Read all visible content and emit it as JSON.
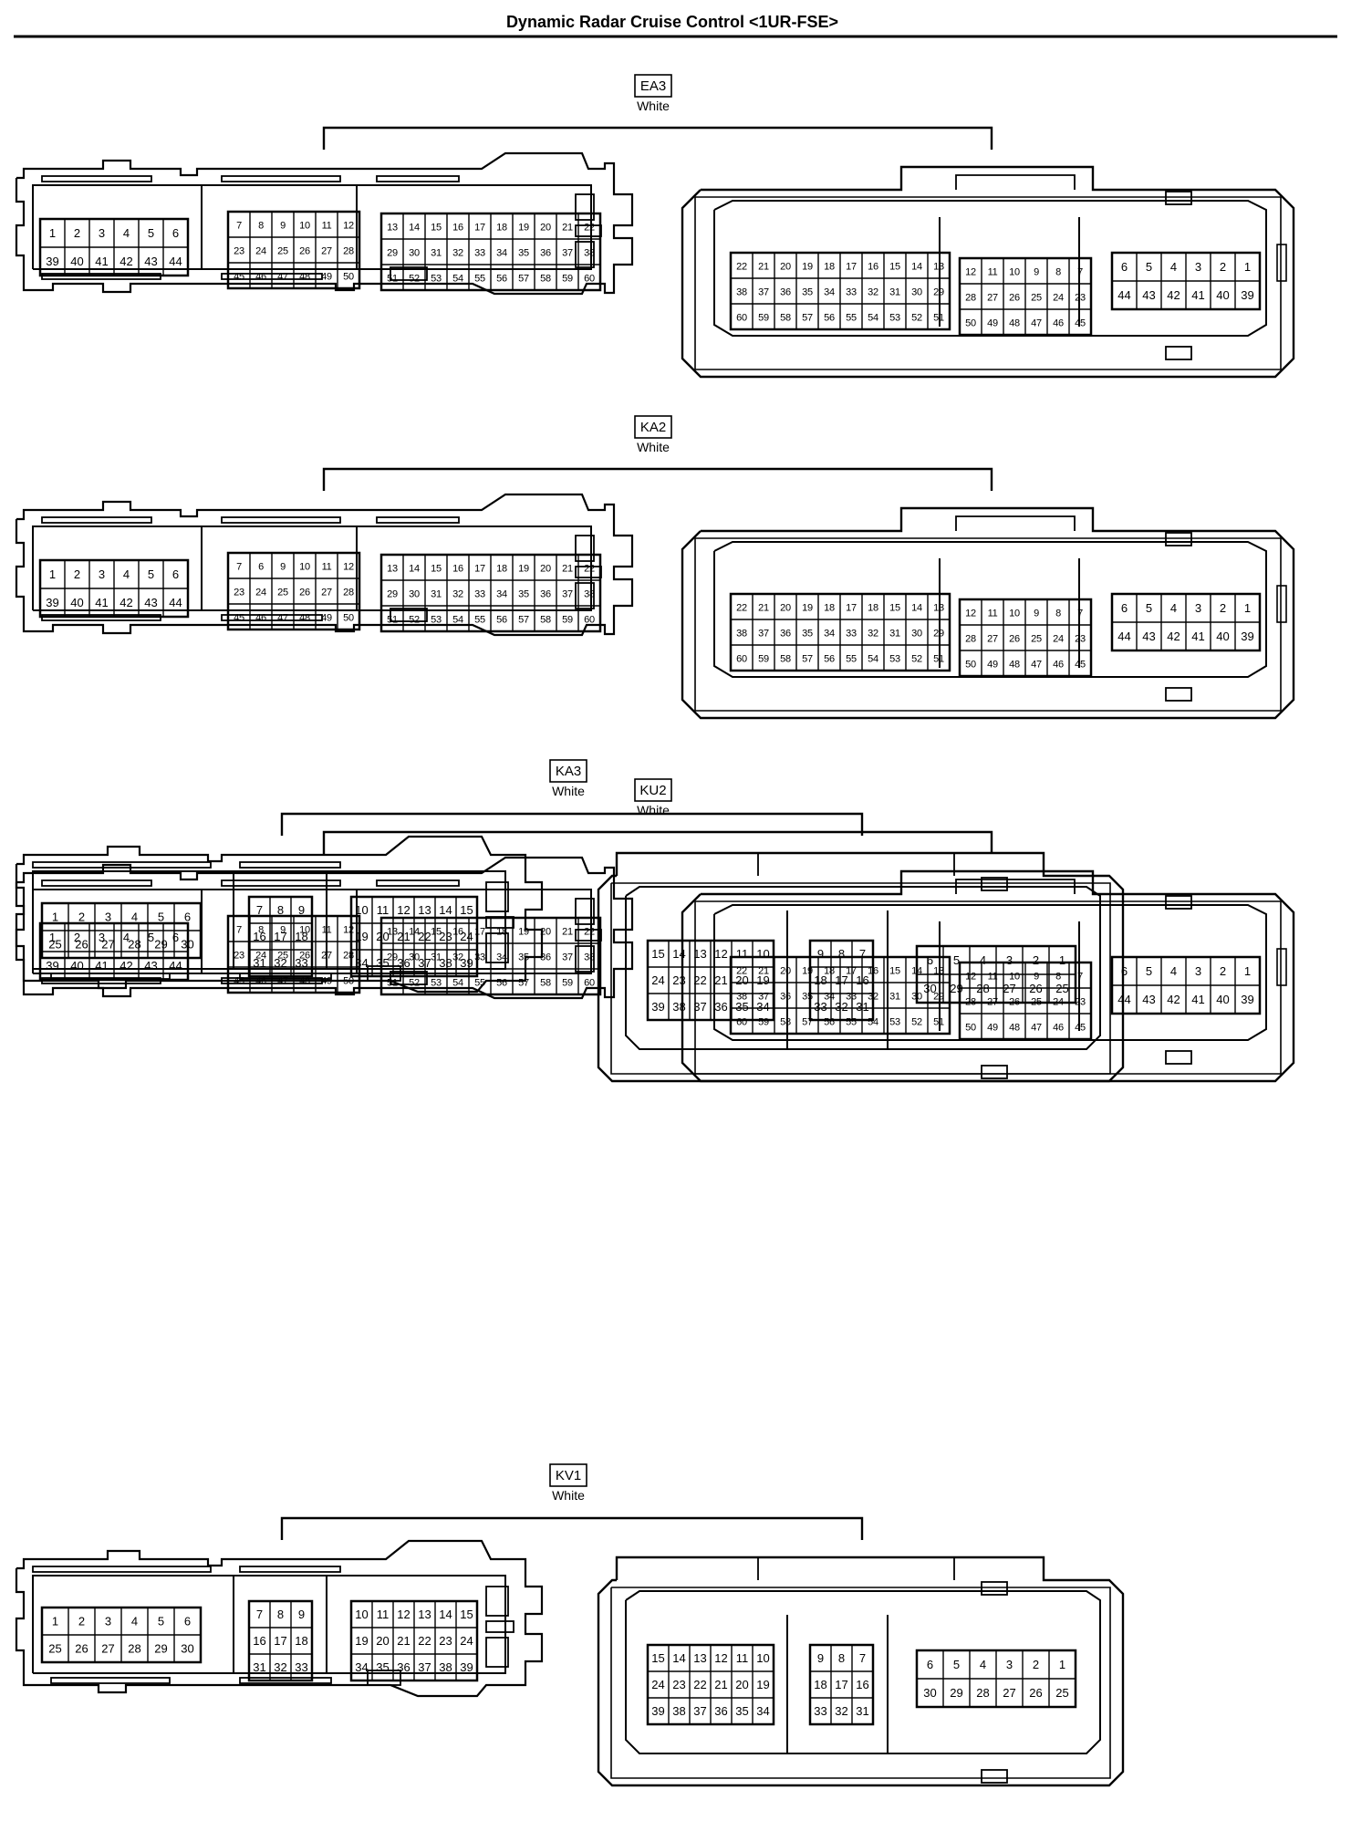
{
  "title": "Dynamic Radar Cruise Control <1UR-FSE>",
  "connectors": [
    {
      "code": "EA3",
      "color": "White",
      "kind": "large",
      "male": [
        [
          [
            "1",
            "2",
            "3",
            "4",
            "5",
            "6"
          ],
          [
            "39",
            "40",
            "41",
            "42",
            "43",
            "44"
          ]
        ],
        [
          [
            "7",
            "8",
            "9",
            "10",
            "11",
            "12"
          ],
          [
            "23",
            "24",
            "25",
            "26",
            "27",
            "28"
          ],
          [
            "45",
            "46",
            "47",
            "48",
            "49",
            "50"
          ]
        ],
        [
          [
            "13",
            "14",
            "15",
            "16",
            "17",
            "18",
            "19",
            "20",
            "21",
            "22"
          ],
          [
            "29",
            "30",
            "31",
            "32",
            "33",
            "34",
            "35",
            "36",
            "37",
            "38"
          ],
          [
            "51",
            "52",
            "53",
            "54",
            "55",
            "56",
            "57",
            "58",
            "59",
            "60"
          ]
        ]
      ],
      "female": [
        [
          [
            "22",
            "21",
            "20",
            "19",
            "18",
            "17",
            "16",
            "15",
            "14",
            "13"
          ],
          [
            "38",
            "37",
            "36",
            "35",
            "34",
            "33",
            "32",
            "31",
            "30",
            "29"
          ],
          [
            "60",
            "59",
            "58",
            "57",
            "56",
            "55",
            "54",
            "53",
            "52",
            "51"
          ]
        ],
        [
          [
            "12",
            "11",
            "10",
            "9",
            "8",
            "7"
          ],
          [
            "28",
            "27",
            "26",
            "25",
            "24",
            "23"
          ],
          [
            "50",
            "49",
            "48",
            "47",
            "46",
            "45"
          ]
        ],
        [
          [
            "6",
            "5",
            "4",
            "3",
            "2",
            "1"
          ],
          [
            "44",
            "43",
            "42",
            "41",
            "40",
            "39"
          ]
        ]
      ]
    },
    {
      "code": "KA2",
      "color": "White",
      "kind": "large",
      "male": [
        [
          [
            "1",
            "2",
            "3",
            "4",
            "5",
            "6"
          ],
          [
            "39",
            "40",
            "41",
            "42",
            "43",
            "44"
          ]
        ],
        [
          [
            "7",
            "6",
            "9",
            "10",
            "11",
            "12"
          ],
          [
            "23",
            "24",
            "25",
            "26",
            "27",
            "28"
          ],
          [
            "45",
            "46",
            "47",
            "48",
            "49",
            "50"
          ]
        ],
        [
          [
            "13",
            "14",
            "15",
            "16",
            "17",
            "18",
            "19",
            "20",
            "21",
            "22"
          ],
          [
            "29",
            "30",
            "31",
            "32",
            "33",
            "34",
            "35",
            "36",
            "37",
            "38"
          ],
          [
            "51",
            "52",
            "53",
            "54",
            "55",
            "56",
            "57",
            "58",
            "59",
            "60"
          ]
        ]
      ],
      "female": [
        [
          [
            "22",
            "21",
            "20",
            "19",
            "18",
            "17",
            "18",
            "15",
            "14",
            "13"
          ],
          [
            "38",
            "37",
            "36",
            "35",
            "34",
            "33",
            "32",
            "31",
            "30",
            "29"
          ],
          [
            "60",
            "59",
            "58",
            "57",
            "56",
            "55",
            "54",
            "53",
            "52",
            "51"
          ]
        ],
        [
          [
            "12",
            "11",
            "10",
            "9",
            "8",
            "7"
          ],
          [
            "28",
            "27",
            "26",
            "25",
            "24",
            "23"
          ],
          [
            "50",
            "49",
            "48",
            "47",
            "46",
            "45"
          ]
        ],
        [
          [
            "6",
            "5",
            "4",
            "3",
            "2",
            "1"
          ],
          [
            "44",
            "43",
            "42",
            "41",
            "40",
            "39"
          ]
        ]
      ]
    },
    {
      "code": "KA3",
      "color": "White",
      "kind": "small",
      "male": [
        [
          [
            "1",
            "2",
            "3",
            "4",
            "5",
            "6"
          ],
          [
            "25",
            "26",
            "27",
            "28",
            "29",
            "30"
          ]
        ],
        [
          [
            "7",
            "8",
            "9"
          ],
          [
            "16",
            "17",
            "18"
          ],
          [
            "31",
            "32",
            "33"
          ]
        ],
        [
          [
            "10",
            "11",
            "12",
            "13",
            "14",
            "15"
          ],
          [
            "19",
            "20",
            "21",
            "22",
            "23",
            "24"
          ],
          [
            "34",
            "35",
            "36",
            "37",
            "38",
            "39"
          ]
        ]
      ],
      "female": [
        [
          [
            "15",
            "14",
            "13",
            "12",
            "11",
            "10"
          ],
          [
            "24",
            "23",
            "22",
            "21",
            "20",
            "19"
          ],
          [
            "39",
            "38",
            "37",
            "36",
            "35",
            "34"
          ]
        ],
        [
          [
            "9",
            "8",
            "7"
          ],
          [
            "18",
            "17",
            "16"
          ],
          [
            "33",
            "32",
            "31"
          ]
        ],
        [
          [
            "6",
            "5",
            "4",
            "3",
            "2",
            "1"
          ],
          [
            "30",
            "29",
            "28",
            "27",
            "26",
            "25"
          ]
        ]
      ]
    },
    {
      "code": "KU2",
      "color": "White",
      "kind": "large",
      "male": [
        [
          [
            "1",
            "2",
            "3",
            "4",
            "5",
            "6"
          ],
          [
            "39",
            "40",
            "41",
            "42",
            "43",
            "44"
          ]
        ],
        [
          [
            "7",
            "8",
            "9",
            "10",
            "11",
            "12"
          ],
          [
            "23",
            "24",
            "25",
            "26",
            "27",
            "28"
          ],
          [
            "45",
            "46",
            "47",
            "48",
            "49",
            "50"
          ]
        ],
        [
          [
            "13",
            "14",
            "15",
            "16",
            "17",
            "18",
            "19",
            "20",
            "21",
            "22"
          ],
          [
            "29",
            "30",
            "31",
            "32",
            "33",
            "34",
            "35",
            "36",
            "37",
            "38"
          ],
          [
            "51",
            "52",
            "53",
            "54",
            "55",
            "56",
            "57",
            "58",
            "59",
            "60"
          ]
        ]
      ],
      "female": [
        [
          [
            "22",
            "21",
            "20",
            "19",
            "18",
            "17",
            "16",
            "15",
            "14",
            "13"
          ],
          [
            "38",
            "37",
            "36",
            "35",
            "34",
            "33",
            "32",
            "31",
            "30",
            "29"
          ],
          [
            "60",
            "59",
            "58",
            "57",
            "56",
            "55",
            "54",
            "53",
            "52",
            "51"
          ]
        ],
        [
          [
            "12",
            "11",
            "10",
            "9",
            "8",
            "7"
          ],
          [
            "28",
            "27",
            "26",
            "25",
            "24",
            "23"
          ],
          [
            "50",
            "49",
            "48",
            "47",
            "46",
            "45"
          ]
        ],
        [
          [
            "6",
            "5",
            "4",
            "3",
            "2",
            "1"
          ],
          [
            "44",
            "43",
            "42",
            "41",
            "40",
            "39"
          ]
        ]
      ]
    },
    {
      "code": "KV1",
      "color": "White",
      "kind": "small",
      "male": [
        [
          [
            "1",
            "2",
            "3",
            "4",
            "5",
            "6"
          ],
          [
            "25",
            "26",
            "27",
            "28",
            "29",
            "30"
          ]
        ],
        [
          [
            "7",
            "8",
            "9"
          ],
          [
            "16",
            "17",
            "18"
          ],
          [
            "31",
            "32",
            "33"
          ]
        ],
        [
          [
            "10",
            "11",
            "12",
            "13",
            "14",
            "15"
          ],
          [
            "19",
            "20",
            "21",
            "22",
            "23",
            "24"
          ],
          [
            "34",
            "35",
            "36",
            "37",
            "38",
            "39"
          ]
        ]
      ],
      "female": [
        [
          [
            "15",
            "14",
            "13",
            "12",
            "11",
            "10"
          ],
          [
            "24",
            "23",
            "22",
            "21",
            "20",
            "19"
          ],
          [
            "39",
            "38",
            "37",
            "36",
            "35",
            "34"
          ]
        ],
        [
          [
            "9",
            "8",
            "7"
          ],
          [
            "18",
            "17",
            "16"
          ],
          [
            "33",
            "32",
            "31"
          ]
        ],
        [
          [
            "6",
            "5",
            "4",
            "3",
            "2",
            "1"
          ],
          [
            "30",
            "29",
            "28",
            "27",
            "26",
            "25"
          ]
        ]
      ]
    }
  ]
}
